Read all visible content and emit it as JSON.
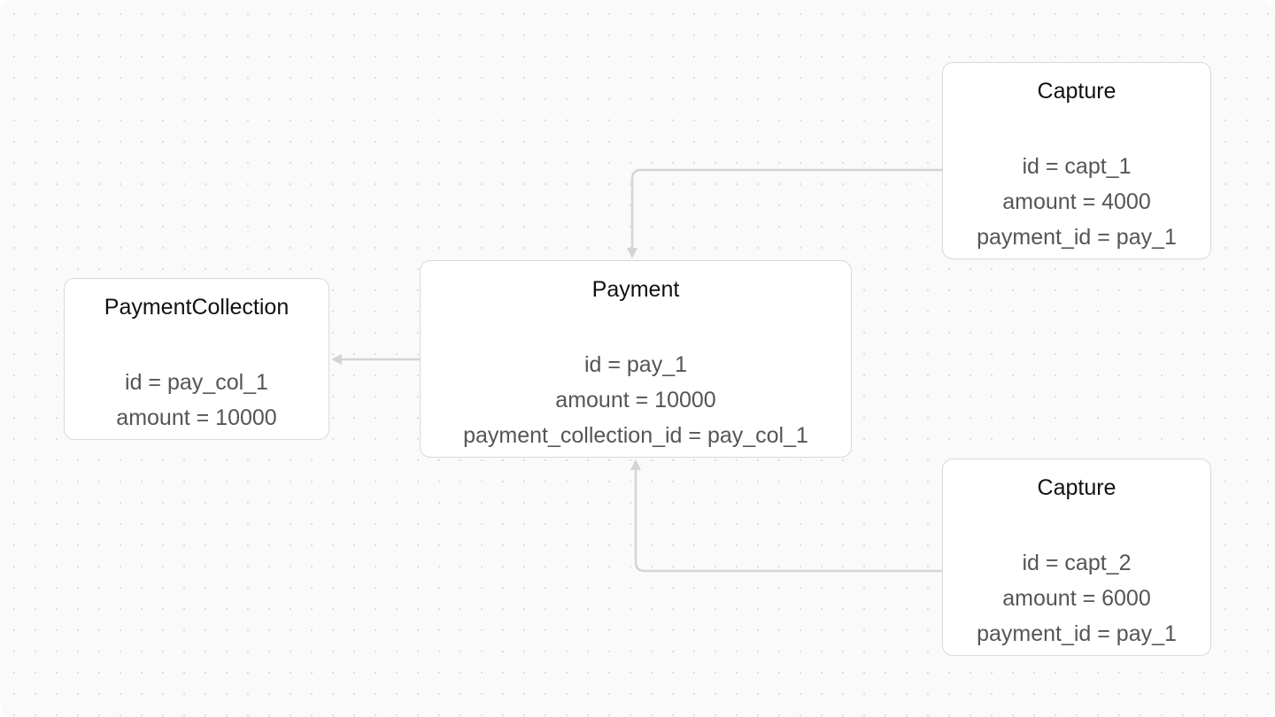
{
  "colors": {
    "background": "#fafafa",
    "grid_dot": "#dedede",
    "node_fill": "#ffffff",
    "node_border": "#d9d9d9",
    "edge": "#d4d4d4",
    "title_text": "#111111",
    "field_text": "#555555"
  },
  "nodes": {
    "payment_collection": {
      "title": "PaymentCollection",
      "fields": [
        "id = pay_col_1",
        "amount = 10000"
      ]
    },
    "payment": {
      "title": "Payment",
      "fields": [
        "id = pay_1",
        "amount = 10000",
        "payment_collection_id = pay_col_1"
      ]
    },
    "capture_1": {
      "title": "Capture",
      "fields": [
        "id = capt_1",
        "amount = 4000",
        "payment_id = pay_1"
      ]
    },
    "capture_2": {
      "title": "Capture",
      "fields": [
        "id = capt_2",
        "amount = 6000",
        "payment_id = pay_1"
      ]
    }
  },
  "edges": [
    {
      "from": "capture_1",
      "to": "payment"
    },
    {
      "from": "capture_2",
      "to": "payment"
    },
    {
      "from": "payment",
      "to": "payment_collection"
    }
  ]
}
